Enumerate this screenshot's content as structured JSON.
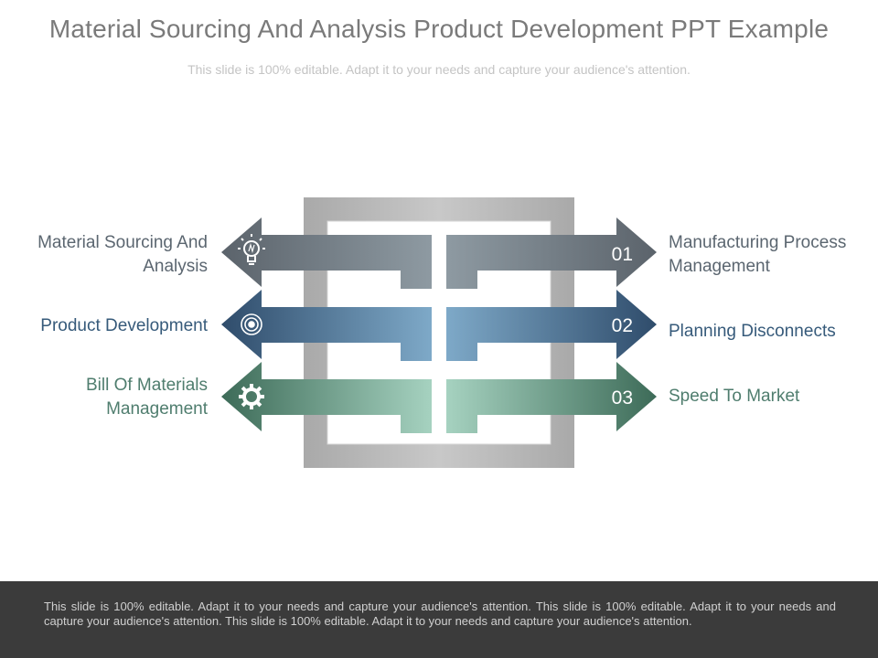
{
  "slide": {
    "title": "Material Sourcing And Analysis Product Development PPT Example",
    "subtitle": "This slide is 100% editable. Adapt it to your needs and capture your audience's attention."
  },
  "diagram": {
    "rows": [
      {
        "number": "01",
        "left_label": "Material Sourcing And Analysis",
        "right_label": "Manufacturing Process Management",
        "icon": "lightbulb-icon",
        "color_dark": "#5b636b",
        "color_light": "#8e9aa2"
      },
      {
        "number": "02",
        "left_label": "Product Development",
        "right_label": "Planning Disconnects",
        "icon": "target-icon",
        "color_dark": "#2f4c6b",
        "color_light": "#7ea9c8"
      },
      {
        "number": "03",
        "left_label": "Bill Of Materials Management",
        "right_label": "Speed To Market",
        "icon": "gear-icon",
        "color_dark": "#3d6b58",
        "color_light": "#a6d2c0"
      }
    ]
  },
  "footer": {
    "text": "This slide is 100% editable. Adapt it to your needs and capture your audience's attention. This slide is 100% editable. Adapt it to your needs and capture your audience's attention. This slide is 100% editable. Adapt it to your needs and capture your audience's attention."
  }
}
